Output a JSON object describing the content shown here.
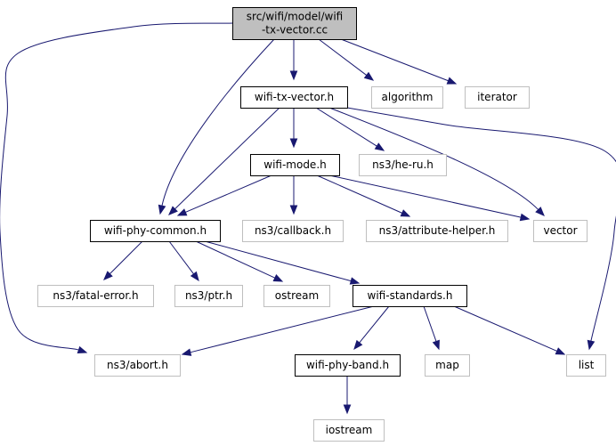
{
  "diagram": {
    "nodes": {
      "root": {
        "lines": [
          "src/wifi/model/wifi",
          "-tx-vector.cc"
        ],
        "style": "root"
      },
      "txvec": {
        "lines": [
          "wifi-tx-vector.h"
        ],
        "style": "doc"
      },
      "algorithm": {
        "lines": [
          "algorithm"
        ],
        "style": "external"
      },
      "iterator": {
        "lines": [
          "iterator"
        ],
        "style": "external"
      },
      "wifimode": {
        "lines": [
          "wifi-mode.h"
        ],
        "style": "doc"
      },
      "heru": {
        "lines": [
          "ns3/he-ru.h"
        ],
        "style": "external"
      },
      "phycommon": {
        "lines": [
          "wifi-phy-common.h"
        ],
        "style": "doc"
      },
      "callback": {
        "lines": [
          "ns3/callback.h"
        ],
        "style": "external"
      },
      "attrhelper": {
        "lines": [
          "ns3/attribute-helper.h"
        ],
        "style": "external"
      },
      "vector": {
        "lines": [
          "vector"
        ],
        "style": "external"
      },
      "fatalerror": {
        "lines": [
          "ns3/fatal-error.h"
        ],
        "style": "external"
      },
      "ptr": {
        "lines": [
          "ns3/ptr.h"
        ],
        "style": "external"
      },
      "ostream": {
        "lines": [
          "ostream"
        ],
        "style": "external"
      },
      "standards": {
        "lines": [
          "wifi-standards.h"
        ],
        "style": "doc"
      },
      "abort": {
        "lines": [
          "ns3/abort.h"
        ],
        "style": "external"
      },
      "phyband": {
        "lines": [
          "wifi-phy-band.h"
        ],
        "style": "doc"
      },
      "map": {
        "lines": [
          "map"
        ],
        "style": "external"
      },
      "list": {
        "lines": [
          "list"
        ],
        "style": "external"
      },
      "iostream": {
        "lines": [
          "iostream"
        ],
        "style": "external"
      }
    },
    "edges": [
      [
        "root",
        "txvec"
      ],
      [
        "root",
        "algorithm"
      ],
      [
        "root",
        "iterator"
      ],
      [
        "root",
        "phycommon"
      ],
      [
        "root",
        "abort"
      ],
      [
        "txvec",
        "wifimode"
      ],
      [
        "txvec",
        "heru"
      ],
      [
        "txvec",
        "phycommon"
      ],
      [
        "txvec",
        "vector"
      ],
      [
        "txvec",
        "list"
      ],
      [
        "wifimode",
        "phycommon"
      ],
      [
        "wifimode",
        "callback"
      ],
      [
        "wifimode",
        "attrhelper"
      ],
      [
        "wifimode",
        "vector"
      ],
      [
        "phycommon",
        "fatalerror"
      ],
      [
        "phycommon",
        "ptr"
      ],
      [
        "phycommon",
        "ostream"
      ],
      [
        "phycommon",
        "standards"
      ],
      [
        "standards",
        "abort"
      ],
      [
        "standards",
        "phyband"
      ],
      [
        "standards",
        "map"
      ],
      [
        "standards",
        "list"
      ],
      [
        "phyband",
        "iostream"
      ]
    ],
    "colors": {
      "edge": "#191970",
      "root_fill": "#bfbfbf",
      "root_border": "#000000",
      "doc_fill": "#ffffff",
      "doc_border": "#000000",
      "external_fill": "#ffffff",
      "external_border": "#bfbfbf",
      "text": "#000000"
    }
  }
}
